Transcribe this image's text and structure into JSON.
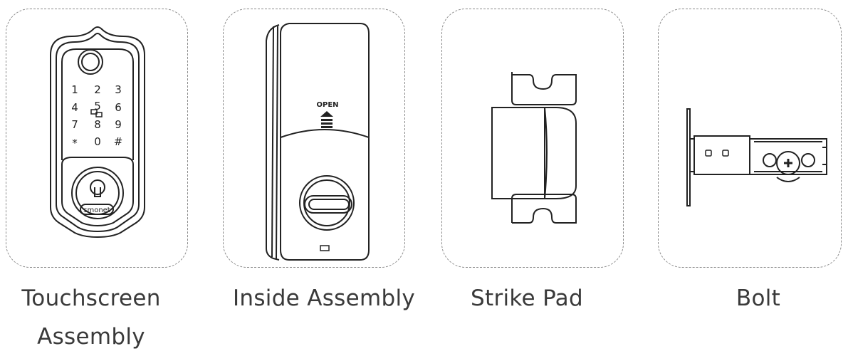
{
  "parts": [
    {
      "caption_lines": [
        "Touchscreen",
        "Assembly"
      ],
      "keypad": [
        "1",
        "2",
        "3",
        "4",
        "5",
        "6",
        "7",
        "8",
        "9",
        "*",
        "0",
        "#"
      ],
      "brand": "smonet"
    },
    {
      "caption_lines": [
        "Inside Assembly"
      ],
      "open_label": "OPEN"
    },
    {
      "caption_lines": [
        "Strike Pad"
      ]
    },
    {
      "caption_lines": [
        "Bolt"
      ]
    }
  ]
}
